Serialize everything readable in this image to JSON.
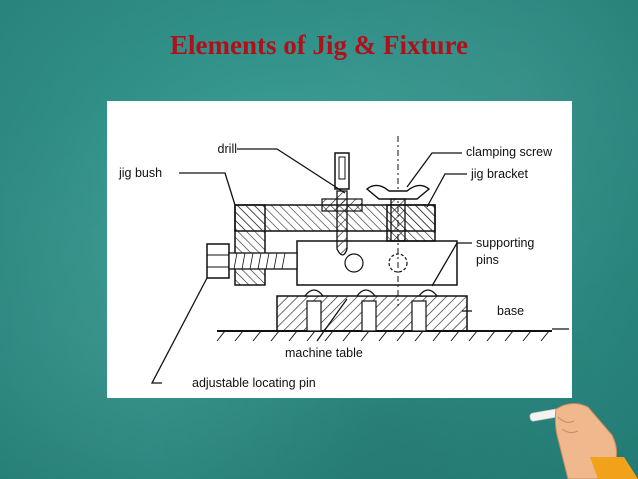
{
  "title": "Elements of Jig & Fixture",
  "diagram": {
    "labels": {
      "drill": "drill",
      "jig_bush": "jig bush",
      "clamping_screw": "clamping screw",
      "jig_bracket": "jig bracket",
      "supporting": "supporting",
      "pins": "pins",
      "base": "base",
      "machine_table": "machine table",
      "adjustable_locating_pin": "adjustable locating pin"
    }
  },
  "colors": {
    "title": "#b0101a",
    "board": "#2f8e86",
    "panel": "#ffffff"
  },
  "icons": {
    "hand": "hand-with-chalk-icon"
  }
}
